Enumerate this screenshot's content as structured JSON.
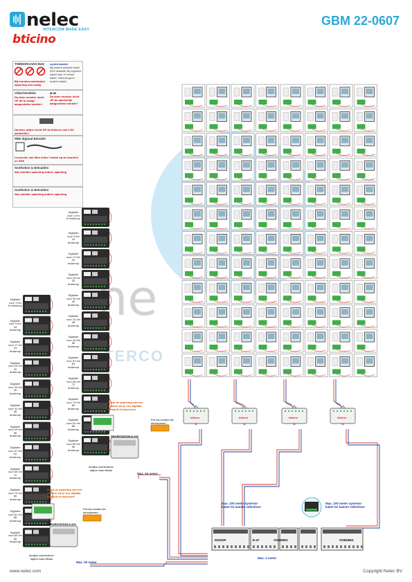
{
  "header": {
    "brand": "nelec",
    "tagline": "INTERCOM MADE EASY",
    "partner": "bticino",
    "doc_code": "GBM 22-0607"
  },
  "footer": {
    "website": "www.nelec.com",
    "copyright": "Copyright Nelec BV"
  },
  "watermark": {
    "text": "ne",
    "sub": "TERCO"
  },
  "legend": {
    "title1": "TWEEDRAADS BUS",
    "text1": "Bij monitorcombinaties spanning niet nodig",
    "cable_title": "systeemkabel",
    "cable_text": "Bij andere geteste kabel 50% afstand! Bij reguliere kabel max 10 meter kabel. Gebruik geen andere kabel!",
    "title2": "Video/Verdeler",
    "note2a": "Da ahen monitor nicht OP de bi-oranje aangesloten worden!",
    "note2b": "Da ahen monitor nicht OP de aanmerkje aangesloten worden!",
    "title3": "M-56",
    "note3": "Da twee wlijers nicht OP de billenen van 0.5C aanstellen!",
    "title4": "PBE digitaal Behalde",
    "note4": "Connectie van Slim video 2 kabel op de doorlink en SDE",
    "title5": "Snelheken & Belsaldes",
    "note5": "dan monitor spanning andere spanning",
    "title6": "Snelheken & Belsaldes",
    "note6": "dan monitor spanning andere spanning"
  },
  "decoders_mid": [
    "Digitaler voor 1 t/m 8 drukknop",
    "Digitaler voor 9 t/m 16 drukknop",
    "Digitaler voor 17 t/m 24 drukknop",
    "Digitaler voor 25 t/m 32 drukknop",
    "Digitaler voor 33 t/m 40 drukknop",
    "Digitaler voor 41 t/m 48 drukknop",
    "Digitaler voor 49 t/m 56 drukknop",
    "Digitaler voor 57 t/m 64 drukknop",
    "Digitaler voor 65 t/m 72 drukknop",
    "Digitaler voor 73 t/m 80 drukknop",
    "Digitaler voor 81 t/m 88 drukknop",
    "Digitaler voor 89 t/m 96 drukknop"
  ],
  "decoders_left": [
    "Digitaler voor 1 t/m 8 drukknop",
    "Digitaler voor 9 t/m 16 drukknop",
    "Digitaler voor 17 t/m 24 drukknop",
    "Digitaler voor 25 t/m 32 drukknop",
    "Digitaler voor 33 t/m 40 drukknop",
    "Digitaler voor 41 t/m 48 drukknop",
    "Digitaler voor 49 t/m 56 drukknop",
    "Digitaler voor 57 t/m 64 drukknop",
    "Digitaler voor 65 t/m 72 drukknop",
    "Digitaler voor 73 t/m 80 drukknop",
    "Digitaler voor 81 t/m 88 drukknop",
    "Digitaler voor 89 t/m 96 drukknop"
  ],
  "labels": {
    "relay_note": "Rood de spanning van het scherm als je een digitaal aansluit of doorvoert",
    "pot_free_contact": "Pot.vrij contact (bv deuropener)",
    "power_supply": "DEURSTATION 8-12V",
    "end_conn": "eindjes connectoren wijzen naar elkaar",
    "max50": "Max. 50 meter",
    "max100_a": "Max. 100 meter systeem-kabel tot laatste videofoon",
    "max100_b": "Max. 100 meter systeem-kabel tot laatste videofoon",
    "max2": "Max. 2 meter",
    "psu1": "KNOOP",
    "psu2": "E-47",
    "psu3": "VOEDING",
    "psu4": "VOEDING"
  },
  "distributor_label": "bticino",
  "colors": {
    "accent_blue": "#2aa8d8",
    "bticino_red": "#e2231a",
    "wire_red": "#d0392b",
    "wire_blue": "#1a3f9c",
    "device_dark": "#2b2b2b",
    "terminal_green": "#3fae49",
    "note_orange": "#f39c12"
  },
  "icons": [
    "nelec-logo-icon",
    "warning-icon",
    "forbidden-icon",
    "monitor-icon",
    "door-station-icon",
    "power-supply-icon",
    "distributor-icon"
  ]
}
